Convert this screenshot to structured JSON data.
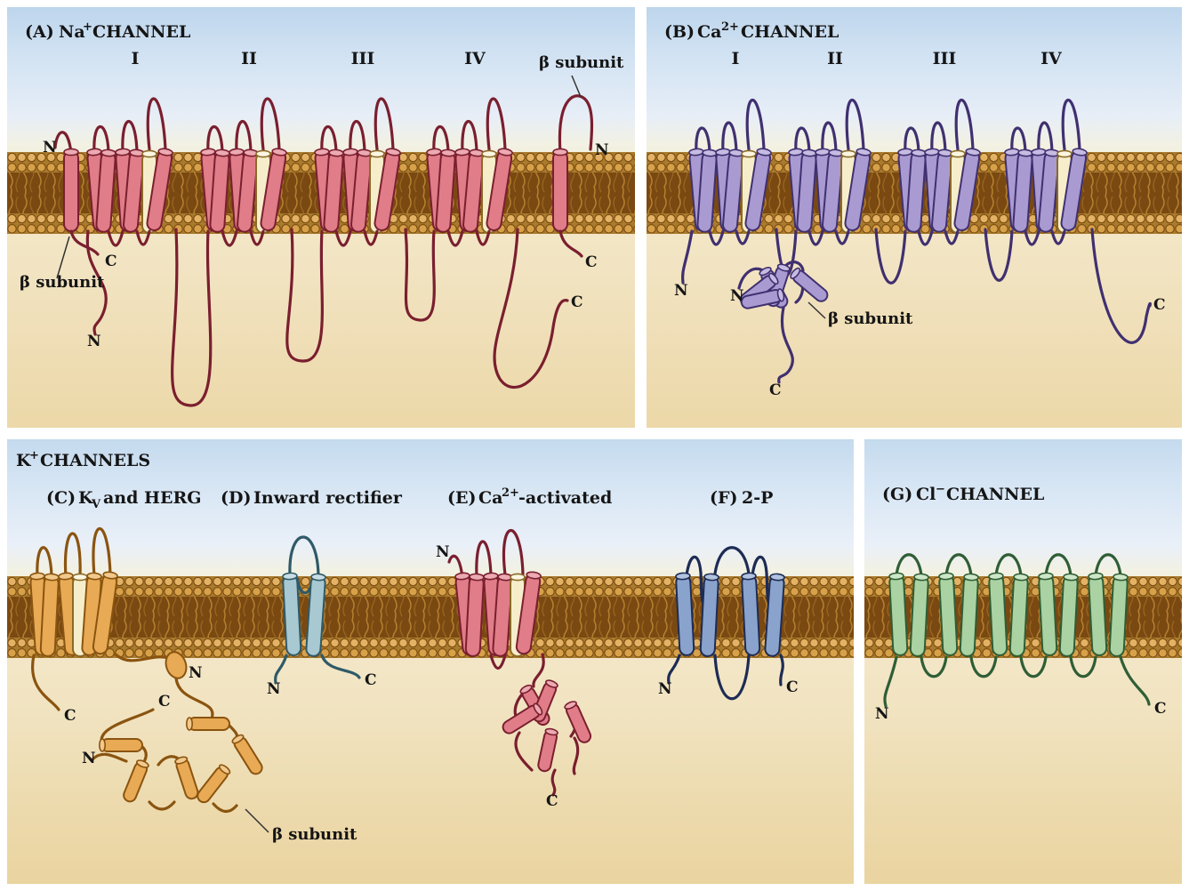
{
  "figure": {
    "type": "ion-channel-structures-diagram"
  },
  "labels": {
    "n": "N",
    "c": "C",
    "beta": "β subunit"
  },
  "panel_a": {
    "prefix": "(A)",
    "ion": "Na",
    "sup": "+",
    "word": "CHANNEL",
    "domains": [
      "I",
      "II",
      "III",
      "IV"
    ]
  },
  "panel_b": {
    "prefix": "(B)",
    "ion": "Ca",
    "sup": "2+",
    "word": "CHANNEL",
    "domains": [
      "I",
      "II",
      "III",
      "IV"
    ]
  },
  "panel_k": {
    "ion": "K",
    "sup": "+",
    "word": "CHANNELS",
    "c": {
      "prefix": "(C)",
      "ion": "K",
      "sub": "V",
      "word": "and HERG"
    },
    "d": {
      "prefix": "(D)",
      "word": "Inward rectifier"
    },
    "e": {
      "prefix": "(E)",
      "ion": "Ca",
      "sup": "2+",
      "word": "-activated"
    },
    "f": {
      "prefix": "(F)",
      "word": "2-P"
    }
  },
  "panel_g": {
    "prefix": "(G)",
    "ion": "Cl",
    "sup": "−",
    "word": "CHANNEL"
  },
  "colors": {
    "na_channel": "#e07d88",
    "ca_channel": "#a99bd1",
    "kv_channel": "#e8aa54",
    "inward_rectifier": "#a8c8d2",
    "ca_activated": "#e07d88",
    "two_p": "#8aa3cc",
    "cl_channel": "#abd2a2",
    "pore_helix": "#f6eecb",
    "membrane": "#9c6b22",
    "background_top": "#bdd5ec",
    "background_bottom": "#ead4a0"
  }
}
